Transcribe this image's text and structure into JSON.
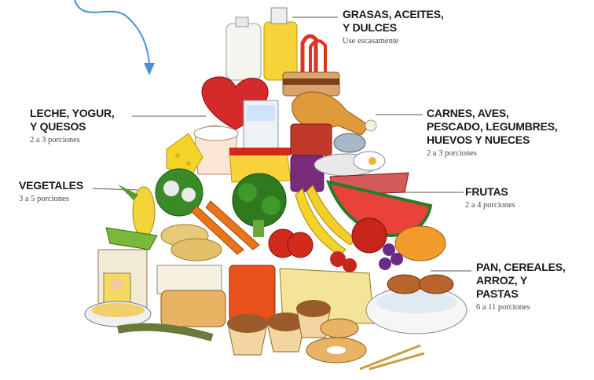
{
  "groups": {
    "fats": {
      "title": "GRASAS, ACEITES,\nY DULCES",
      "serving": "Use escasamente"
    },
    "dairy": {
      "title": "LECHE, YOGUR,\nY QUESOS",
      "serving": "2 a 3 porciones"
    },
    "meat": {
      "title": "CARNES, AVES,\nPESCADO, LEGUMBRES,\nHUEVOS Y NUECES",
      "serving": "2 a 3 porciones"
    },
    "vegetables": {
      "title": "VEGETALES",
      "serving": "3 a 5 porciones"
    },
    "fruits": {
      "title": "FRUTAS",
      "serving": "2 a 4 porciones"
    },
    "grains": {
      "title": "PAN, CEREALES,\nARROZ, Y\nPASTAS",
      "serving": "6 a 11 porciones"
    }
  },
  "colors": {
    "arrow": "#4a90d9",
    "leader": "#555555"
  }
}
